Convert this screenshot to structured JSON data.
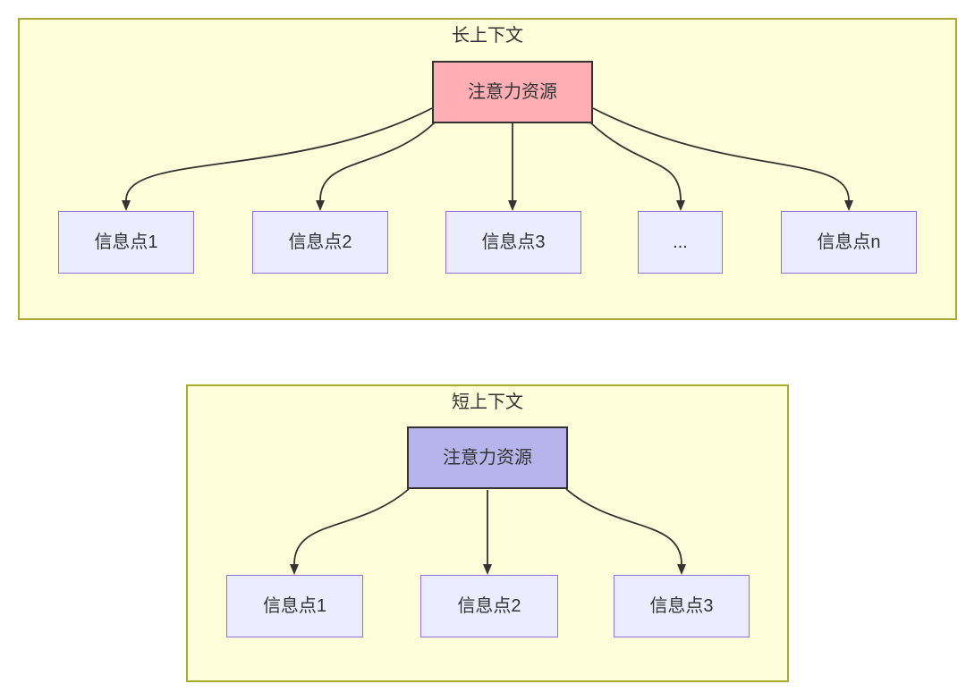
{
  "colors": {
    "page_bg": "#ffffff",
    "panel_fill": "#fdfdd9",
    "panel_border": "#a9a933",
    "edge": "#333333",
    "text": "#333333",
    "root_border": "#333333",
    "long_root_fill": "#ffafb4",
    "short_root_fill": "#b5b5ec",
    "node_fill": "#ececff",
    "node_border": "#9370db"
  },
  "long_context": {
    "title": "长上下文",
    "root_label": "注意力资源",
    "children": [
      "信息点1",
      "信息点2",
      "信息点3",
      "...",
      "信息点n"
    ]
  },
  "short_context": {
    "title": "短上下文",
    "root_label": "注意力资源",
    "children": [
      "信息点1",
      "信息点2",
      "信息点3"
    ]
  }
}
